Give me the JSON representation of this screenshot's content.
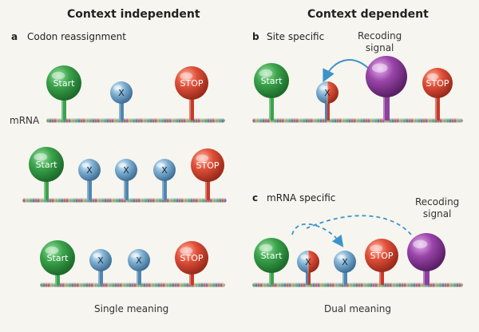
{
  "headings": {
    "left": "Context independent",
    "right": "Context dependent"
  },
  "panels": {
    "a": {
      "letter": "a",
      "title": "Codon reassignment"
    },
    "b": {
      "letter": "b",
      "title": "Site specific"
    },
    "c": {
      "letter": "c",
      "title": "mRNA specific"
    }
  },
  "labels": {
    "mrna": "mRNA",
    "start": "Start",
    "stop": "STOP",
    "x": "X",
    "recoding_line1": "Recoding",
    "recoding_line2": "signal"
  },
  "captions": {
    "left": "Single meaning",
    "right": "Dual meaning"
  },
  "colors": {
    "start": "#3aa34b",
    "x": "#6fa3c9",
    "stop": "#e0503a",
    "recoding": "#8e3f9e",
    "arrow": "#3b94c9",
    "background": "#f7f5ef"
  }
}
